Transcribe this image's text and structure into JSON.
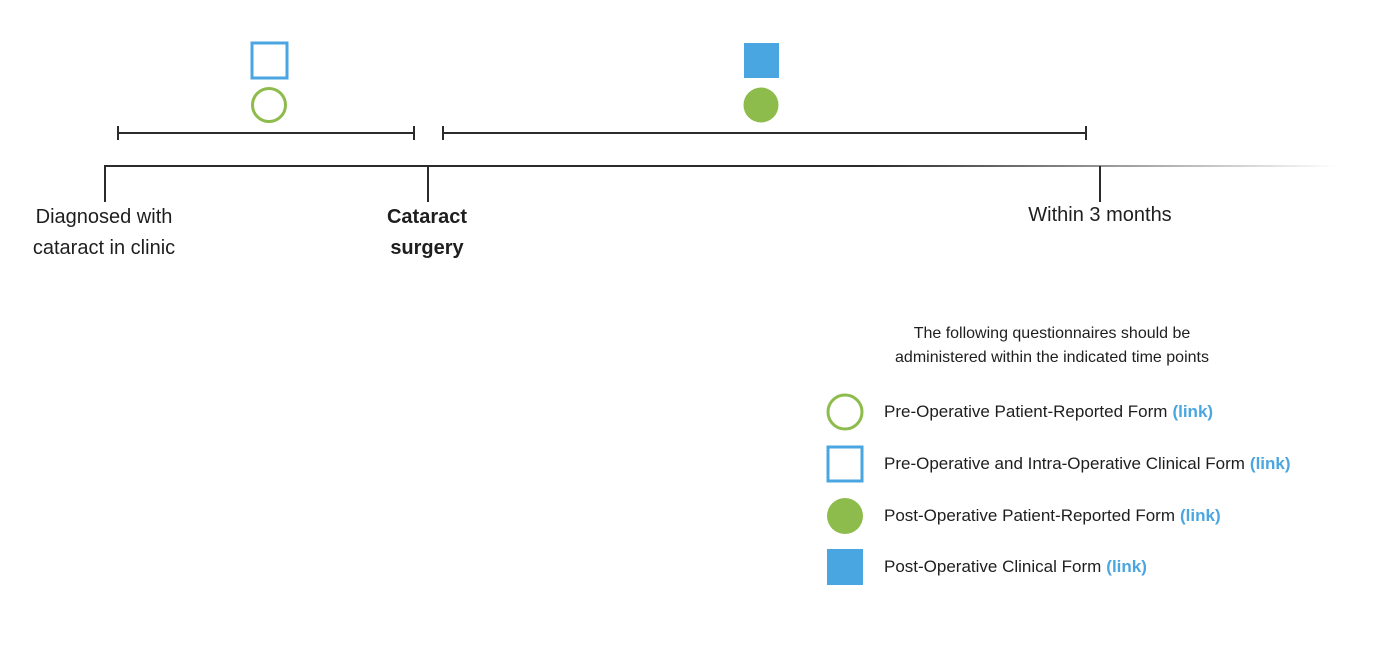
{
  "colors": {
    "green": "#8dbb4c",
    "blue": "#4aa6e0",
    "line": "#2b2b2b"
  },
  "timeline": {
    "points": [
      {
        "id": "diagnosed",
        "lines": [
          "Diagnosed with",
          "cataract in clinic"
        ],
        "bold": false
      },
      {
        "id": "surgery",
        "lines": [
          "Cataract",
          "surgery"
        ],
        "bold": true
      },
      {
        "id": "months",
        "lines": [
          "Within 3 months"
        ],
        "bold": false
      }
    ],
    "periods": [
      {
        "id": "pre-operative",
        "from": "diagnosed",
        "to": "surgery",
        "markers": [
          "square-outline",
          "circle-outline"
        ]
      },
      {
        "id": "post-operative",
        "from": "surgery",
        "to": "months",
        "markers": [
          "square-filled",
          "circle-filled"
        ]
      }
    ]
  },
  "legend": {
    "intro": [
      "The following questionnaires should be",
      "administered within the indicated time points"
    ],
    "link_label": "(link)",
    "items": [
      {
        "icon": "circle-outline",
        "label": "Pre-Operative Patient-Reported Form"
      },
      {
        "icon": "square-outline",
        "label": "Pre-Operative and Intra-Operative Clinical Form"
      },
      {
        "icon": "circle-filled",
        "label": "Post-Operative Patient-Reported Form"
      },
      {
        "icon": "square-filled",
        "label": "Post-Operative Clinical Form"
      }
    ]
  }
}
